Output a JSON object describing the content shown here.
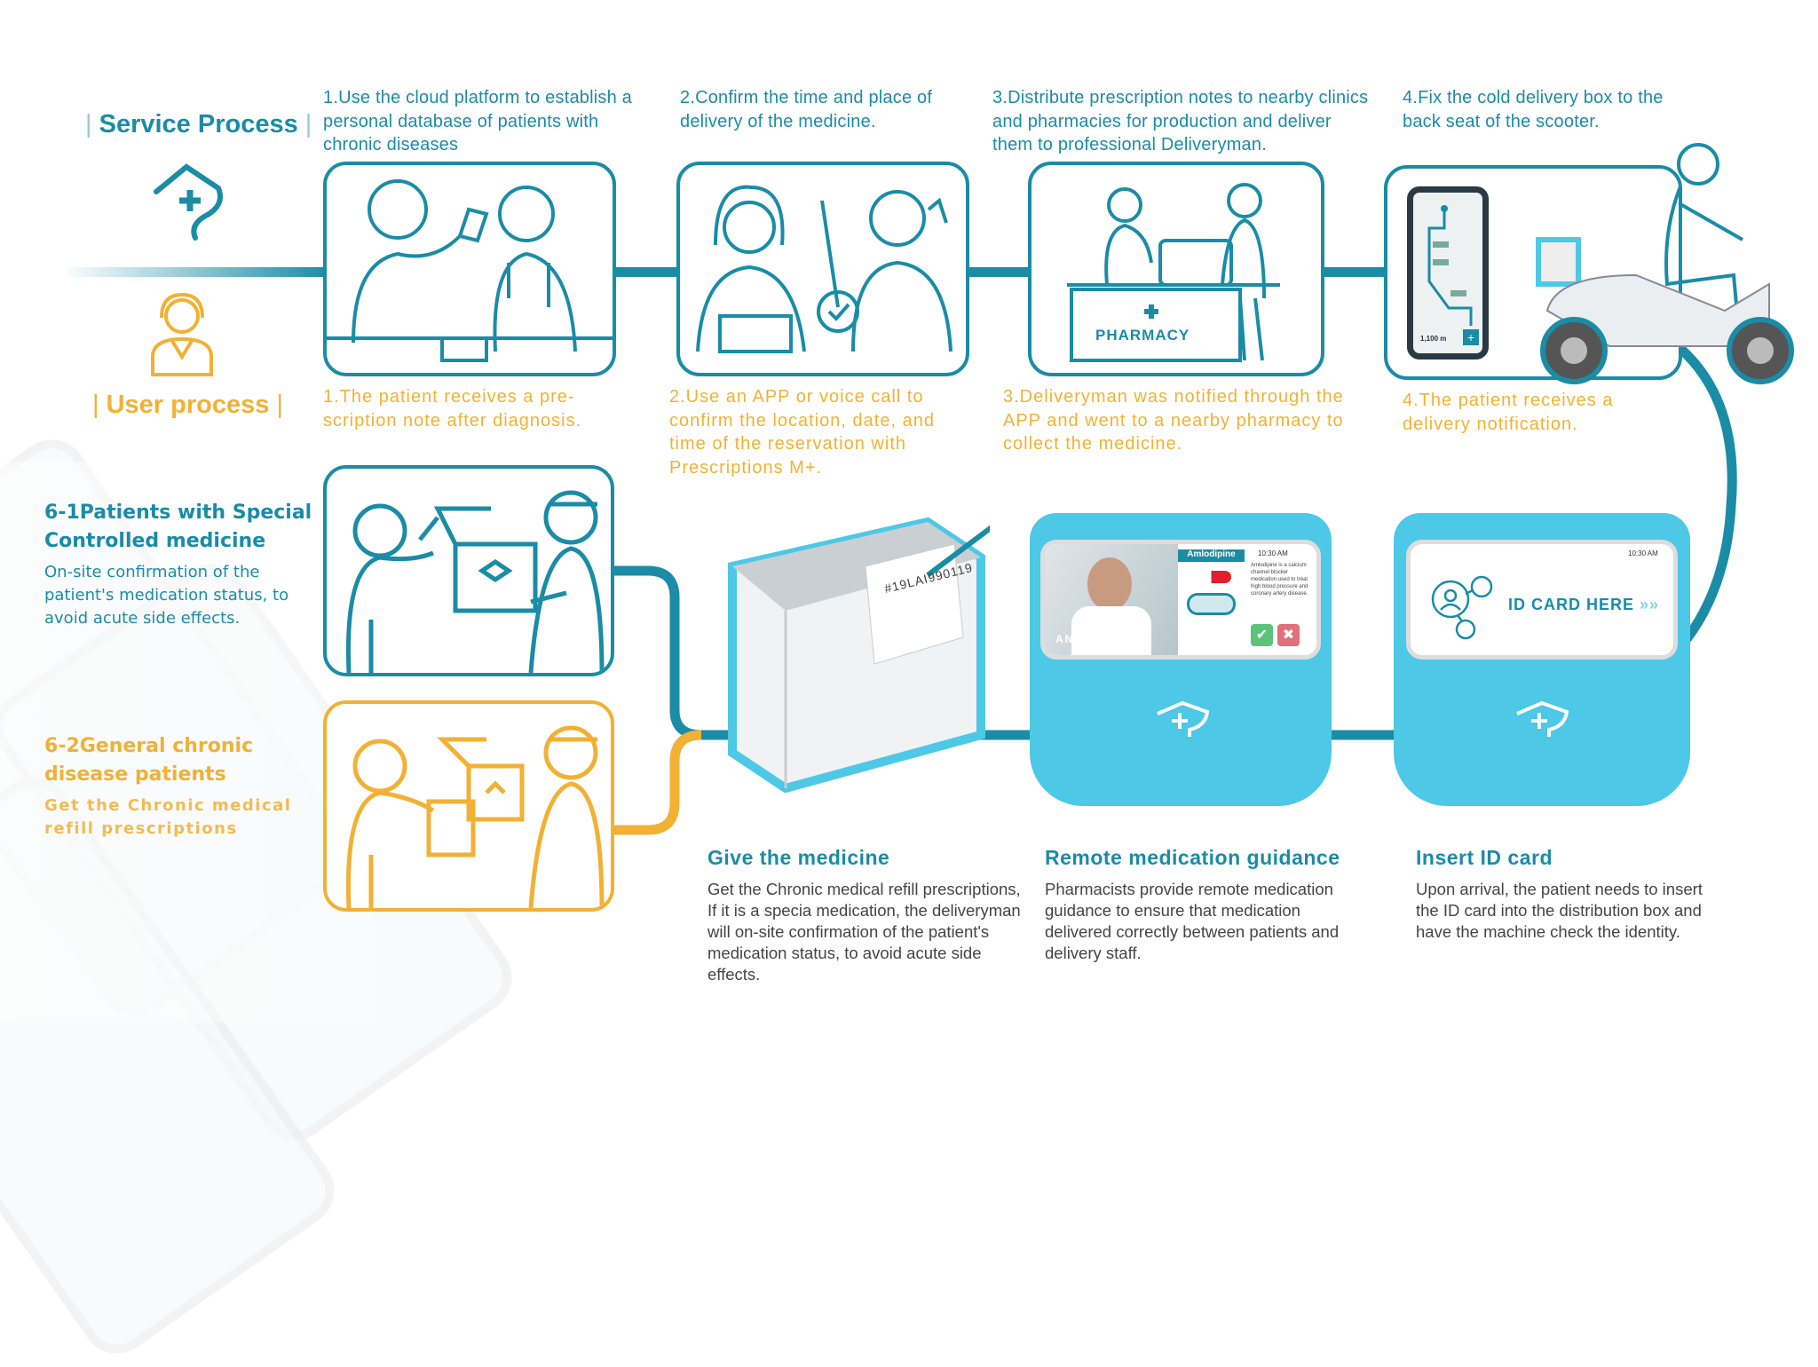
{
  "service_process": {
    "title": "Service Process",
    "steps": [
      "1.Use the cloud platform to establish a personal database of patients with chronic diseases",
      "2.Confirm the time and place of delivery of the medicine.",
      "3.Distribute prescription notes to nearby clinics and pharmacies for production and deliver them to professional Deliveryman.",
      "4.Fix the cold delivery box to the back seat of the scooter."
    ]
  },
  "user_process": {
    "title": "User process",
    "steps": [
      "1.The patient receives a pre-scription note after diagnosis.",
      "2.Use an APP or voice call to confirm the location, date, and time of the reservation with Prescriptions M+.",
      "3.Deliveryman was notified through the APP and went to a nearby pharmacy to collect the medicine.",
      "4.The patient receives a delivery notification."
    ]
  },
  "patients": [
    {
      "title": "6-1Patients with Special Controlled medicine",
      "desc": "On-site confirmation of the patient's medication status, to avoid acute side effects."
    },
    {
      "title": "6-2General chronic disease patients",
      "desc": "Get the Chronic medical refill prescriptions"
    }
  ],
  "illustrations": {
    "pharmacy_sign": "PHARMACY",
    "map_distance": "1,100 m",
    "package_code": "#19LAI990119"
  },
  "screens": {
    "time": "10:30 AM",
    "drug_name": "Amlodipine",
    "drug_desc": "Amlodipine is a calcium channel blocker medication used to treat high blood pressure and coronary artery disease.",
    "pharmacist": "ANNA",
    "id_prompt": "ID CARD HERE"
  },
  "features": [
    {
      "title": "Give the medicine",
      "desc": "Get the Chronic medical refill prescriptions, If it is a specia medication, the deliveryman will on-site confirmation of the patient's medication status, to avoid acute side effects."
    },
    {
      "title": "Remote medication guidance",
      "desc": "Pharmacists provide remote medication guidance to ensure that medication delivered correctly between patients and delivery staff."
    },
    {
      "title": "Insert ID card",
      "desc": "Upon arrival, the patient needs to insert the ID card into the distribution box and have the machine check the identity."
    }
  ],
  "colors": {
    "teal": "#1a8ca6",
    "orange": "#f2b134",
    "box_blue": "#4dc8e6"
  }
}
